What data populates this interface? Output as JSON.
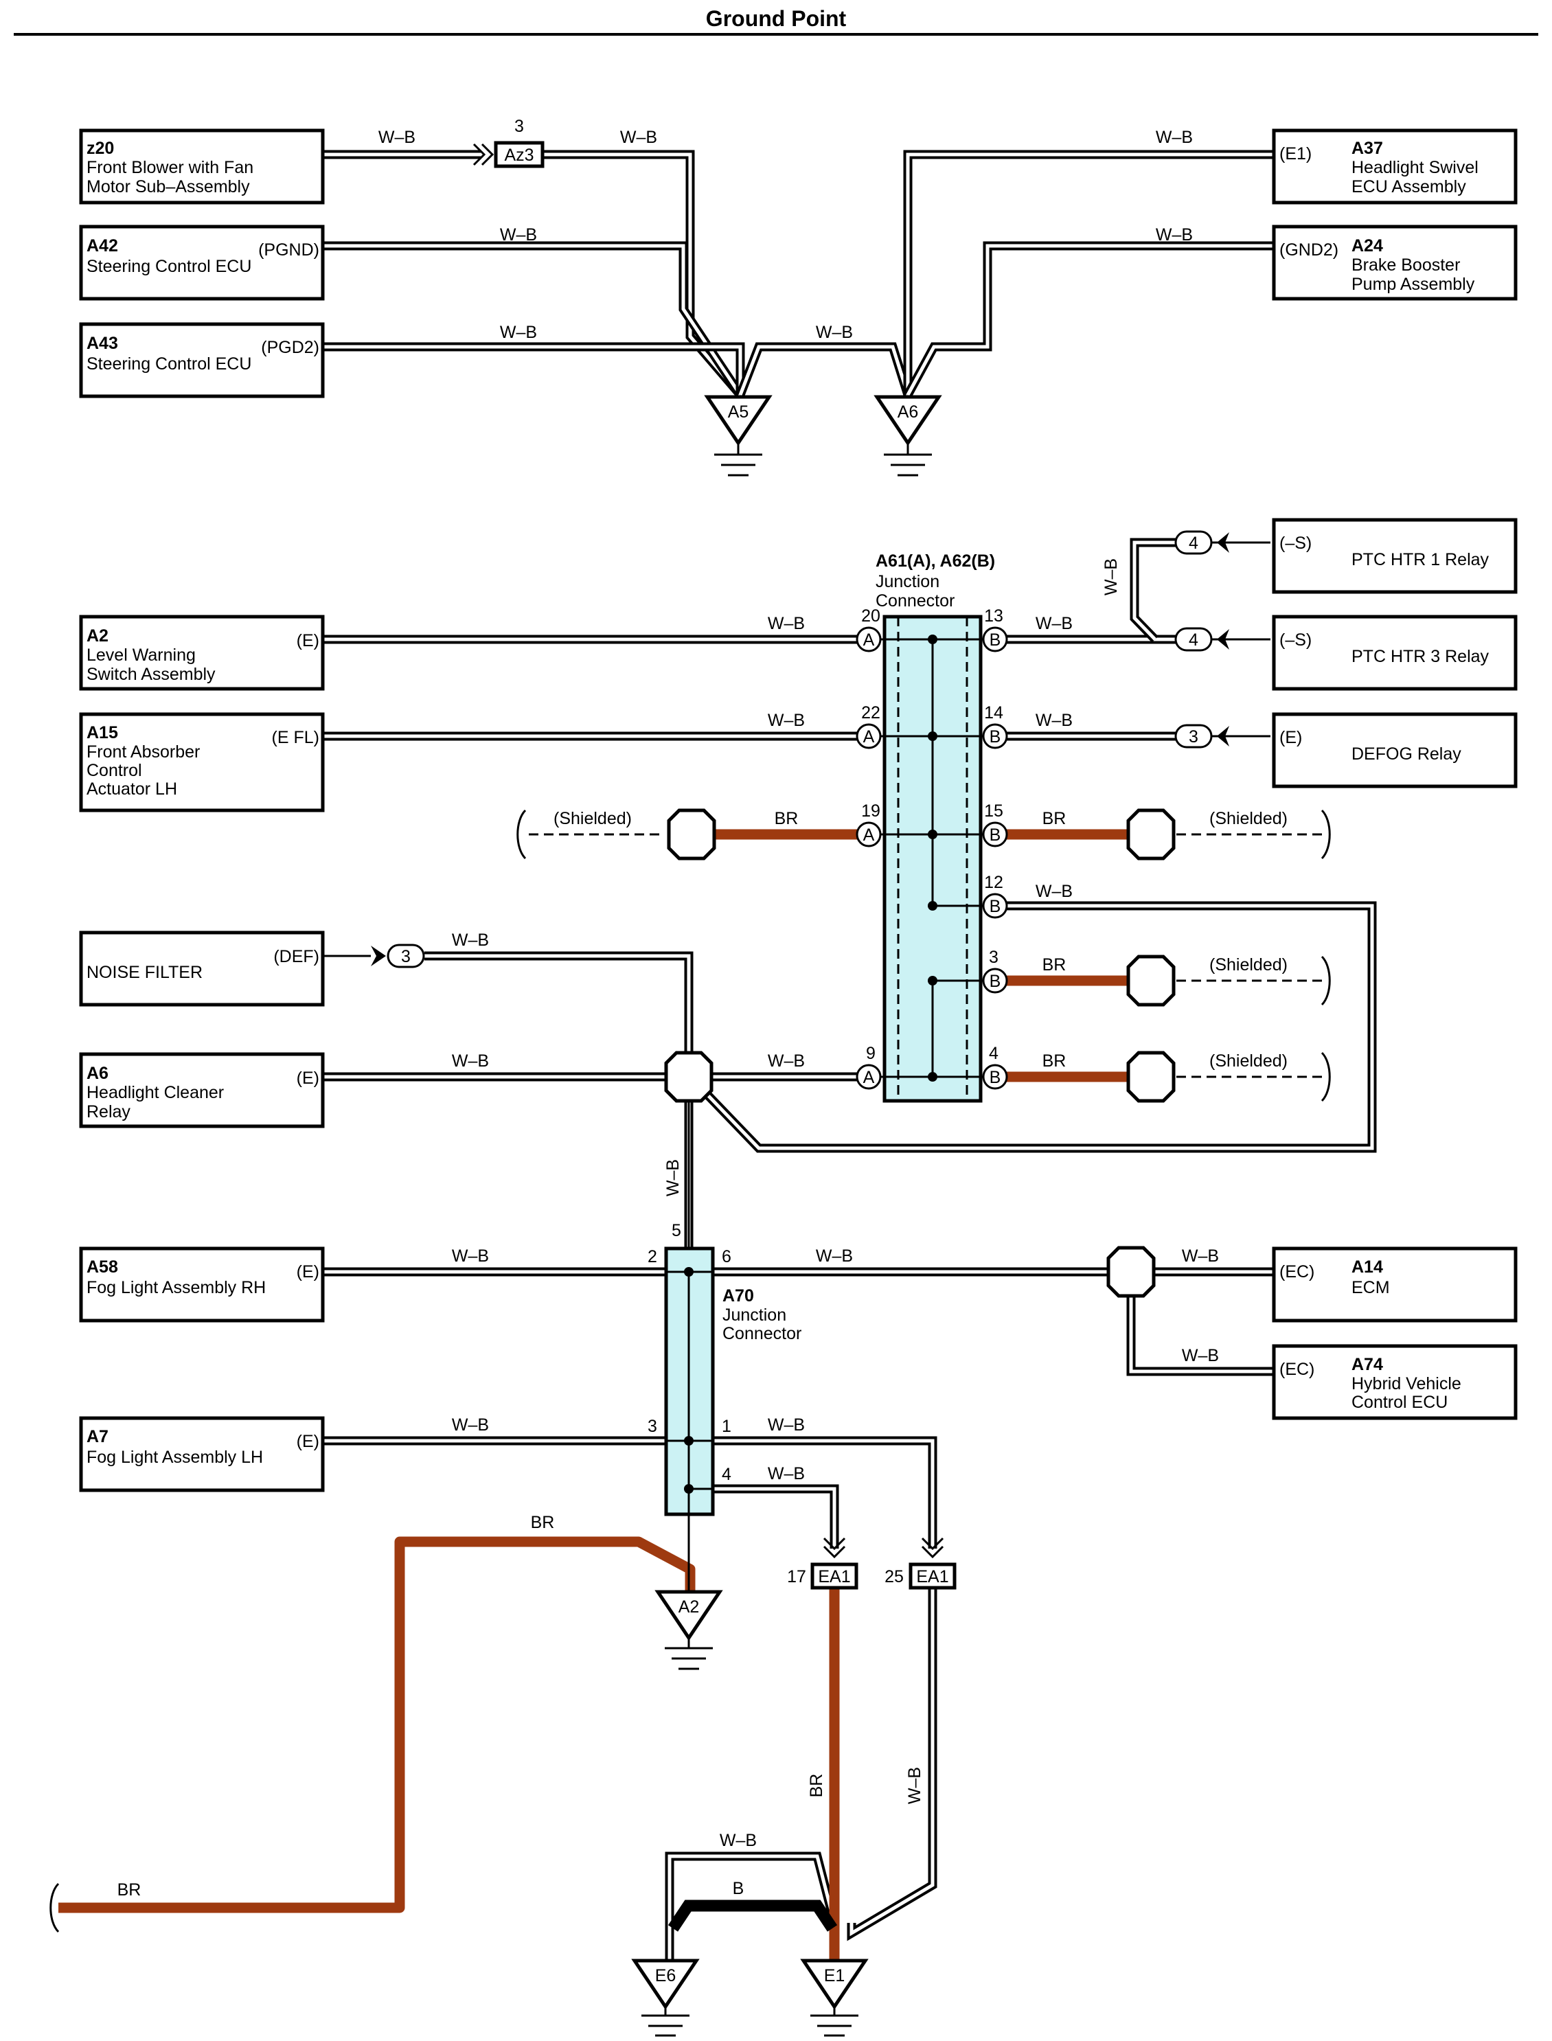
{
  "title": "Ground Point",
  "wire_colors": {
    "white_black": "W–B",
    "brown": "BR",
    "black": "B"
  },
  "colors": {
    "brown_wire": "#9e3a10",
    "junction_fill": "#ccf2f4"
  },
  "components": {
    "z20": {
      "code": "z20",
      "name_1": "Front Blower with Fan",
      "name_2": "Motor Sub–Assembly"
    },
    "a42": {
      "code": "A42",
      "name_1": "Steering Control ECU",
      "terminal": "(PGND)"
    },
    "a43": {
      "code": "A43",
      "name_1": "Steering Control ECU",
      "terminal": "(PGD2)"
    },
    "a37": {
      "code": "A37",
      "name_1": "Headlight Swivel",
      "name_2": "ECU Assembly",
      "terminal": "(E1)"
    },
    "a24": {
      "code": "A24",
      "name_1": "Brake Booster",
      "name_2": "Pump Assembly",
      "terminal": "(GND2)"
    },
    "ptc1": {
      "name_1": "PTC HTR 1 Relay",
      "terminal": "(–S)",
      "pin": "4"
    },
    "ptc3": {
      "name_1": "PTC HTR 3 Relay",
      "terminal": "(–S)",
      "pin": "4"
    },
    "defog": {
      "name_1": "DEFOG Relay",
      "terminal": "(E)",
      "pin": "3"
    },
    "a2": {
      "code": "A2",
      "name_1": "Level Warning",
      "name_2": "Switch Assembly",
      "terminal": "(E)"
    },
    "a15": {
      "code": "A15",
      "name_1": "Front Absorber",
      "name_2": "Control",
      "name_3": "Actuator LH",
      "terminal": "(E FL)"
    },
    "noise": {
      "name_1": "NOISE FILTER",
      "terminal": "(DEF)",
      "pin": "3"
    },
    "a6": {
      "code": "A6",
      "name_1": "Headlight Cleaner",
      "name_2": "Relay",
      "terminal": "(E)"
    },
    "a58": {
      "code": "A58",
      "name_1": "Fog Light Assembly RH",
      "terminal": "(E)"
    },
    "a7": {
      "code": "A7",
      "name_1": "Fog Light Assembly LH",
      "terminal": "(E)"
    },
    "a14": {
      "code": "A14",
      "name_1": "ECM",
      "terminal": "(EC)"
    },
    "a74": {
      "code": "A74",
      "name_1": "Hybrid Vehicle",
      "name_2": "Control ECU",
      "terminal": "(EC)"
    }
  },
  "connectors": {
    "az3": {
      "label": "Az3",
      "pin": "3"
    },
    "ea1_17": {
      "label": "EA1",
      "pin": "17"
    },
    "ea1_25": {
      "label": "EA1",
      "pin": "25"
    }
  },
  "junction_a61": {
    "title": "A61(A), A62(B)",
    "name_1": "Junction",
    "name_2": "Connector",
    "left_pins": [
      "20",
      "22",
      "19",
      "9"
    ],
    "right_pins": [
      "13",
      "14",
      "15",
      "12",
      "3",
      "4"
    ],
    "side_a": "A",
    "side_b": "B"
  },
  "junction_a70": {
    "title": "A70",
    "name_1": "Junction",
    "name_2": "Connector",
    "pins": {
      "top": "5",
      "left_top": "2",
      "right_top": "6",
      "left_mid": "3",
      "right_mid": "1",
      "right_low": "4"
    }
  },
  "grounds": {
    "a5": "A5",
    "a6": "A6",
    "a2": "A2",
    "e6": "E6",
    "e1": "E1"
  },
  "shielded": "(Shielded)"
}
